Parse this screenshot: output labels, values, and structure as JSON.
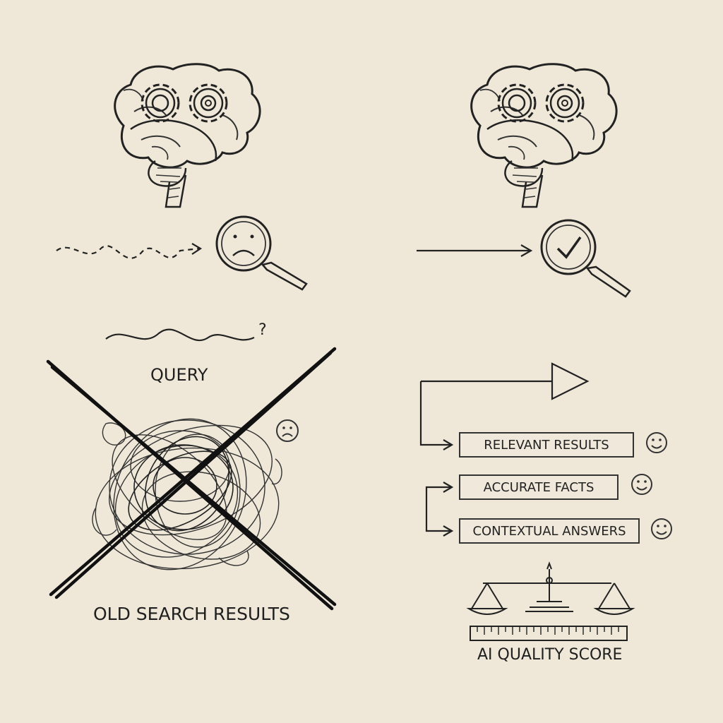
{
  "labels": {
    "query": "QUERY",
    "old_search_results": "OLD SEARCH RESULTS",
    "ai_quality_score": "AI QUALITY SCORE"
  },
  "results": [
    {
      "label": "RELEVANT RESULTS",
      "icon": "smiley-icon"
    },
    {
      "label": "ACCURATE FACTS",
      "icon": "smiley-icon"
    },
    {
      "label": "CONTEXTUAL ANSWERS",
      "icon": "smiley-icon"
    }
  ],
  "symbols": {
    "question_mark": "?"
  },
  "icons": {
    "left_brain": "brain-gears-icon",
    "right_brain": "brain-gears-icon",
    "left_magnifier": "sad-magnifier-icon",
    "right_magnifier": "check-magnifier-icon",
    "scale": "balance-scale-icon",
    "ruler": "ruler-icon"
  },
  "colors": {
    "paper": "#efe8d8",
    "ink": "#222222"
  }
}
